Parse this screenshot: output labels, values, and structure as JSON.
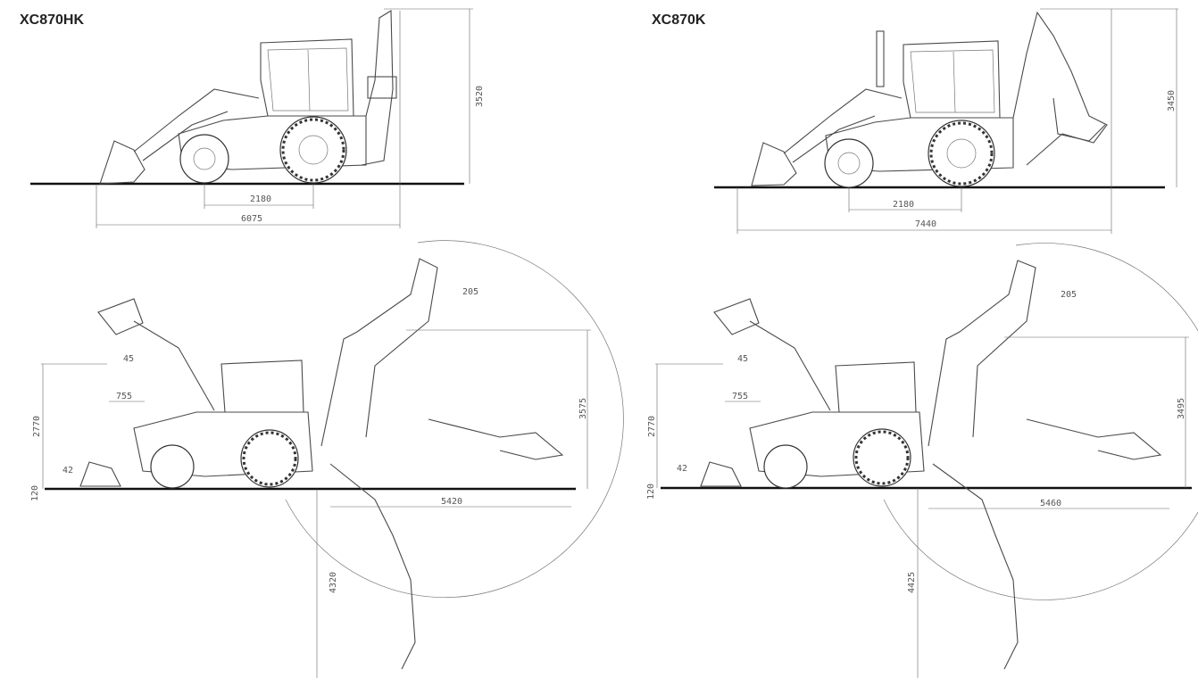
{
  "models": {
    "left": {
      "name": "XC870HK",
      "top_view": {
        "wheelbase": "2180",
        "overall_length": "6075",
        "height": "3520"
      },
      "bottom_view": {
        "dig_depth": "4320",
        "reach": "5420",
        "dump_height": "3575",
        "loader_height": "2770",
        "loader_reach": "755",
        "dump_angle": "45",
        "rollback_angle": "42",
        "below_ground": "120",
        "bucket_angle": "205"
      }
    },
    "right": {
      "name": "XC870K",
      "top_view": {
        "wheelbase": "2180",
        "overall_length": "7440",
        "height": "3450"
      },
      "bottom_view": {
        "dig_depth": "4425",
        "reach": "5460",
        "dump_height": "3495",
        "loader_height": "2770",
        "loader_reach": "755",
        "dump_angle": "45",
        "rollback_angle": "42",
        "below_ground": "120",
        "bucket_angle": "205"
      }
    }
  },
  "colors": {
    "ground": "#111111",
    "line": "#4a4a4a",
    "text": "#555555"
  }
}
